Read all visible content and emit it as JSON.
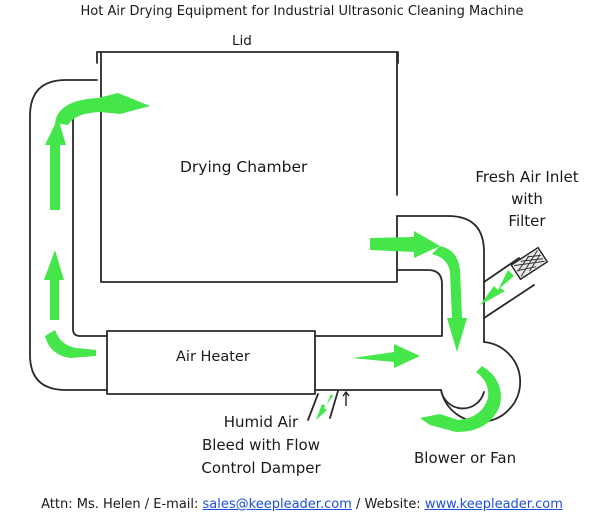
{
  "title": "Hot Air Drying Equipment for Industrial Ultrasonic Cleaning Machine",
  "labels": {
    "lid": "Lid",
    "chamber": "Drying Chamber",
    "heater": "Air Heater",
    "fresh_air": [
      "Fresh Air Inlet",
      "with",
      "Filter"
    ],
    "humid_air": [
      "Humid Air",
      "Bleed with Flow",
      "Control Damper"
    ],
    "blower": "Blower or Fan"
  },
  "footer": {
    "attn": "Attn: Ms. Helen / E-mail: ",
    "email": "sales@keepleader.com",
    "sep": " / Website: ",
    "website": "www.keepleader.com"
  },
  "colors": {
    "airflow_arrow": "#44e64a",
    "outline": "#2a2a2a",
    "link": "#1d4fd6"
  }
}
